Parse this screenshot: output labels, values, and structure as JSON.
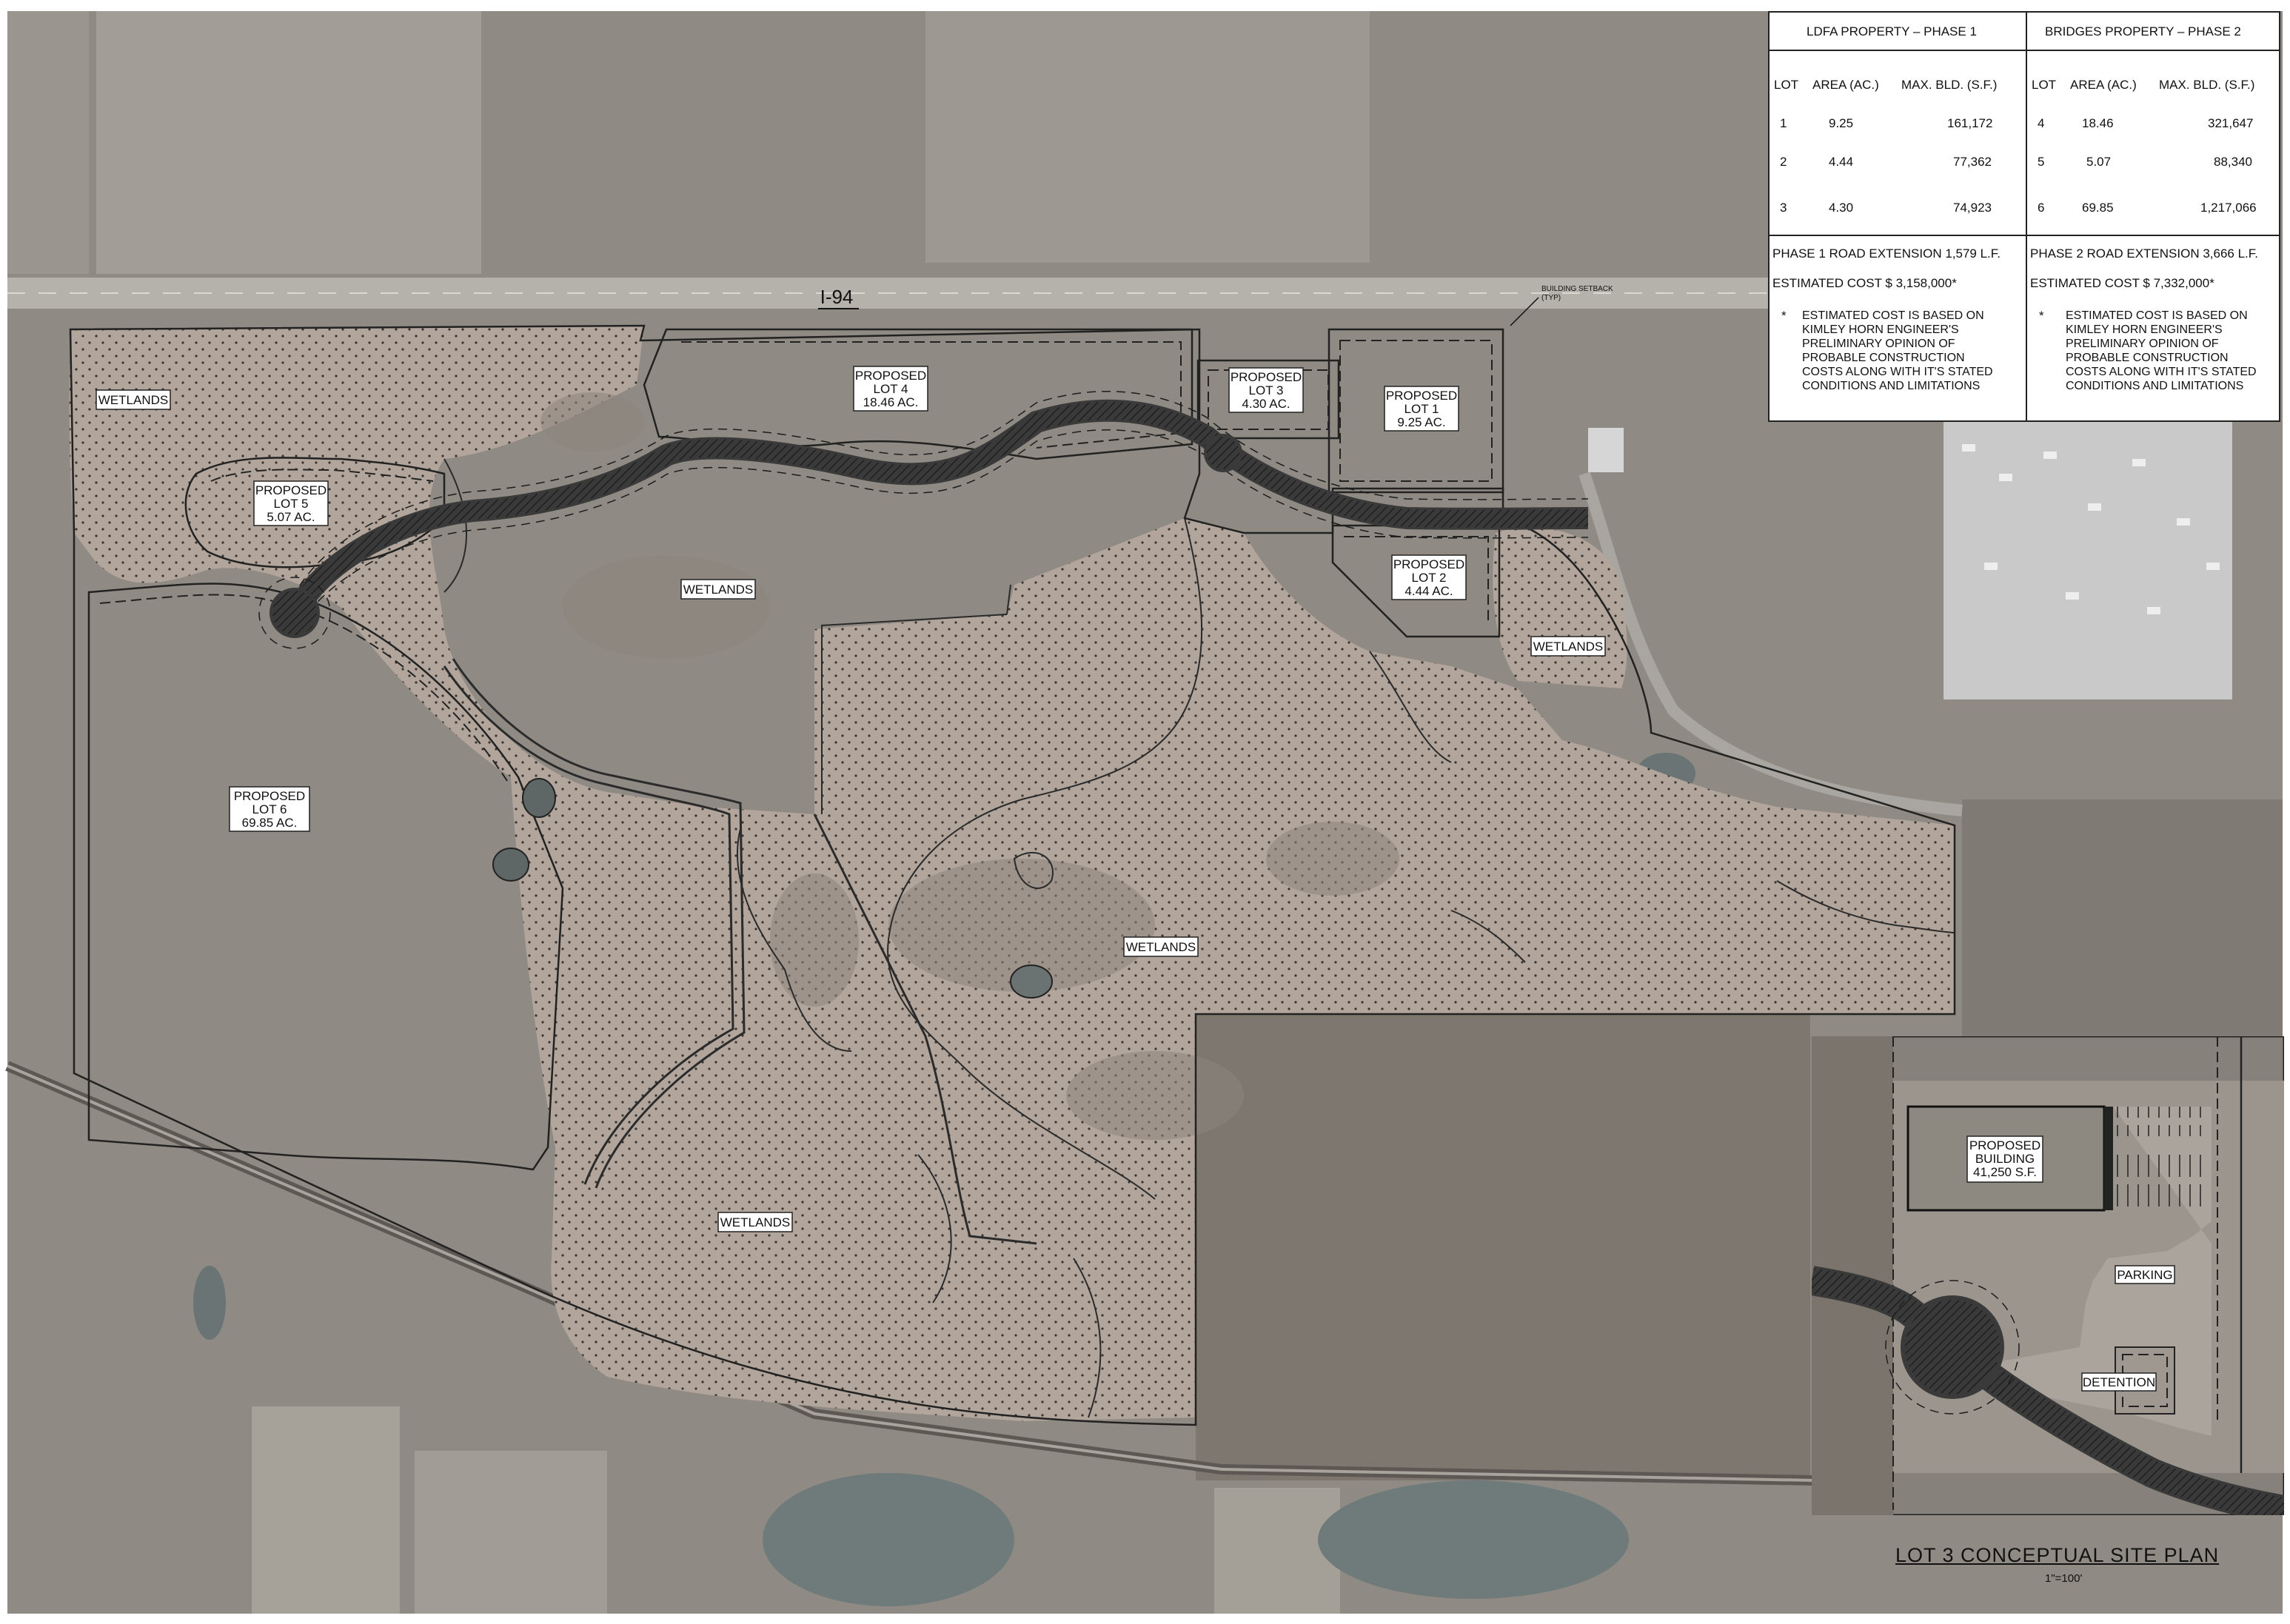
{
  "map": {
    "highway_label": "I-94",
    "setback_label_1": "BUILDING SETBACK",
    "setback_label_2": "(TYP)",
    "wetland_label": "WETLANDS",
    "lots": [
      {
        "l1": "PROPOSED",
        "l2": "LOT 4",
        "l3": "18.46 AC."
      },
      {
        "l1": "PROPOSED",
        "l2": "LOT 3",
        "l3": "4.30 AC."
      },
      {
        "l1": "PROPOSED",
        "l2": "LOT 1",
        "l3": "9.25 AC."
      },
      {
        "l1": "PROPOSED",
        "l2": "LOT 2",
        "l3": "4.44 AC."
      },
      {
        "l1": "PROPOSED",
        "l2": "LOT 5",
        "l3": "5.07 AC."
      },
      {
        "l1": "PROPOSED",
        "l2": "LOT 6",
        "l3": "69.85 AC."
      }
    ]
  },
  "table": {
    "phase1": {
      "header": "LDFA PROPERTY  –  PHASE 1",
      "col_lot": "LOT",
      "col_area": "AREA (AC.)",
      "col_bld": "MAX. BLD.  (S.F.)",
      "rows": [
        {
          "lot": "1",
          "area": "9.25",
          "bld": "161,172"
        },
        {
          "lot": "2",
          "area": "4.44",
          "bld": "77,362"
        },
        {
          "lot": "3",
          "area": "4.30",
          "bld": "74,923"
        }
      ],
      "road": "PHASE 1 ROAD EXTENSION 1,579 L.F.",
      "cost": "ESTIMATED COST $ 3,158,000*",
      "note_star": "*",
      "note_1": "ESTIMATED COST IS BASED ON",
      "note_2": "KIMLEY HORN ENGINEER'S",
      "note_3": "PRELIMINARY OPINION OF",
      "note_4": "PROBABLE CONSTRUCTION",
      "note_5": "COSTS ALONG WITH IT'S STATED",
      "note_6": "CONDITIONS AND LIMITATIONS"
    },
    "phase2": {
      "header": "BRIDGES PROPERTY  –  PHASE 2",
      "col_lot": "LOT",
      "col_area": "AREA (AC.)",
      "col_bld": "MAX. BLD.  (S.F.)",
      "rows": [
        {
          "lot": "4",
          "area": "18.46",
          "bld": "321,647"
        },
        {
          "lot": "5",
          "area": "5.07",
          "bld": "88,340"
        },
        {
          "lot": "6",
          "area": "69.85",
          "bld": "1,217,066"
        }
      ],
      "road": "PHASE 2 ROAD EXTENSION 3,666 L.F.",
      "cost": "ESTIMATED COST $ 7,332,000*",
      "note_star": "*",
      "note_1": "ESTIMATED COST IS BASED ON",
      "note_2": "KIMLEY HORN ENGINEER'S",
      "note_3": "PRELIMINARY OPINION OF",
      "note_4": "PROBABLE CONSTRUCTION",
      "note_5": "COSTS ALONG WITH IT'S STATED",
      "note_6": "CONDITIONS AND LIMITATIONS"
    }
  },
  "inset": {
    "title": "LOT 3 CONCEPTUAL SITE PLAN",
    "scale": "1\"=100'",
    "building_1": "PROPOSED",
    "building_2": "BUILDING",
    "building_3": "41,250 S.F.",
    "parking": "PARKING",
    "detention": "DETENTION"
  },
  "colors": {
    "aerial": "#8f8a83",
    "wetland": "#b1a59c",
    "road": "#4a4a4a"
  }
}
